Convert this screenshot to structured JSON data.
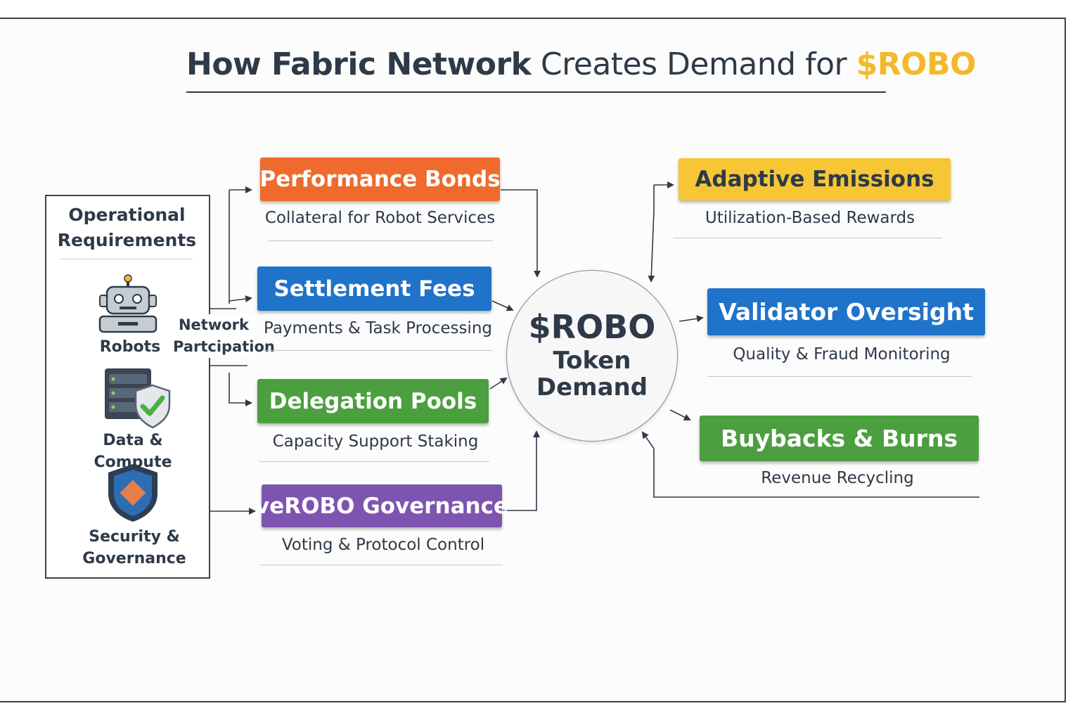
{
  "title": {
    "part1": "How Fabric Network",
    "part2": "Creates Demand for",
    "accent": "$ROBO"
  },
  "colors": {
    "orange": "#ef6a2c",
    "blue": "#1f73c9",
    "green": "#4b9f3e",
    "purple": "#7d55b0",
    "yellow": "#f6c634",
    "dark": "#2e3a48",
    "accent": "#f4b92a"
  },
  "requirements": {
    "title": "Operational Requirements",
    "items": [
      {
        "label": "Robots",
        "icon": "robot-icon"
      },
      {
        "label": "Data & Compute",
        "icon": "server-shield-icon"
      },
      {
        "label": "Security & Governance",
        "icon": "shield-icon"
      }
    ]
  },
  "network_label": {
    "line1": "Network",
    "line2": "Partcipation"
  },
  "left_boxes": [
    {
      "title": "Performance Bonds",
      "sub": "Collateral for Robot Services"
    },
    {
      "title": "Settlement Fees",
      "sub": "Payments & Task Processing"
    },
    {
      "title": "Delegation Pools",
      "sub": "Capacity Support Staking"
    },
    {
      "title": "veROBO Governance",
      "sub": "Voting & Protocol Control"
    }
  ],
  "center": {
    "line1": "$ROBO",
    "line2": "Token",
    "line3": "Demand"
  },
  "right_boxes": [
    {
      "title": "Adaptive Emissions",
      "sub": "Utilization-Based Rewards"
    },
    {
      "title": "Validator Oversight",
      "sub": "Quality & Fraud Monitoring"
    },
    {
      "title": "Buybacks & Burns",
      "sub": "Revenue Recycling"
    }
  ]
}
